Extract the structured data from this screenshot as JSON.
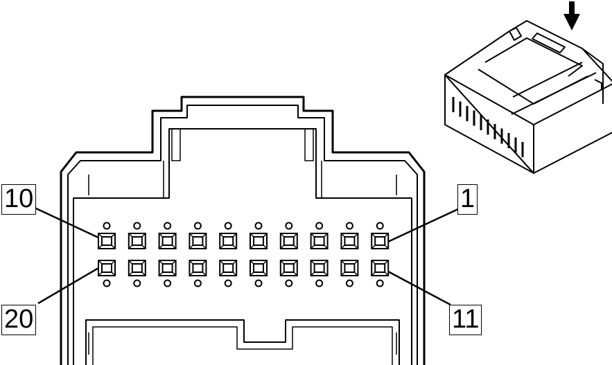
{
  "connector": {
    "pin_labels": {
      "top_left": "10",
      "top_right": "1",
      "bottom_left": "20",
      "bottom_right": "11"
    },
    "pins_per_row": 10,
    "rows": 2
  },
  "colors": {
    "line": "#000000",
    "background": "#ffffff"
  },
  "icons": {
    "insertion_arrow": "arrow-down-icon",
    "iso_view": "connector-iso-icon"
  }
}
